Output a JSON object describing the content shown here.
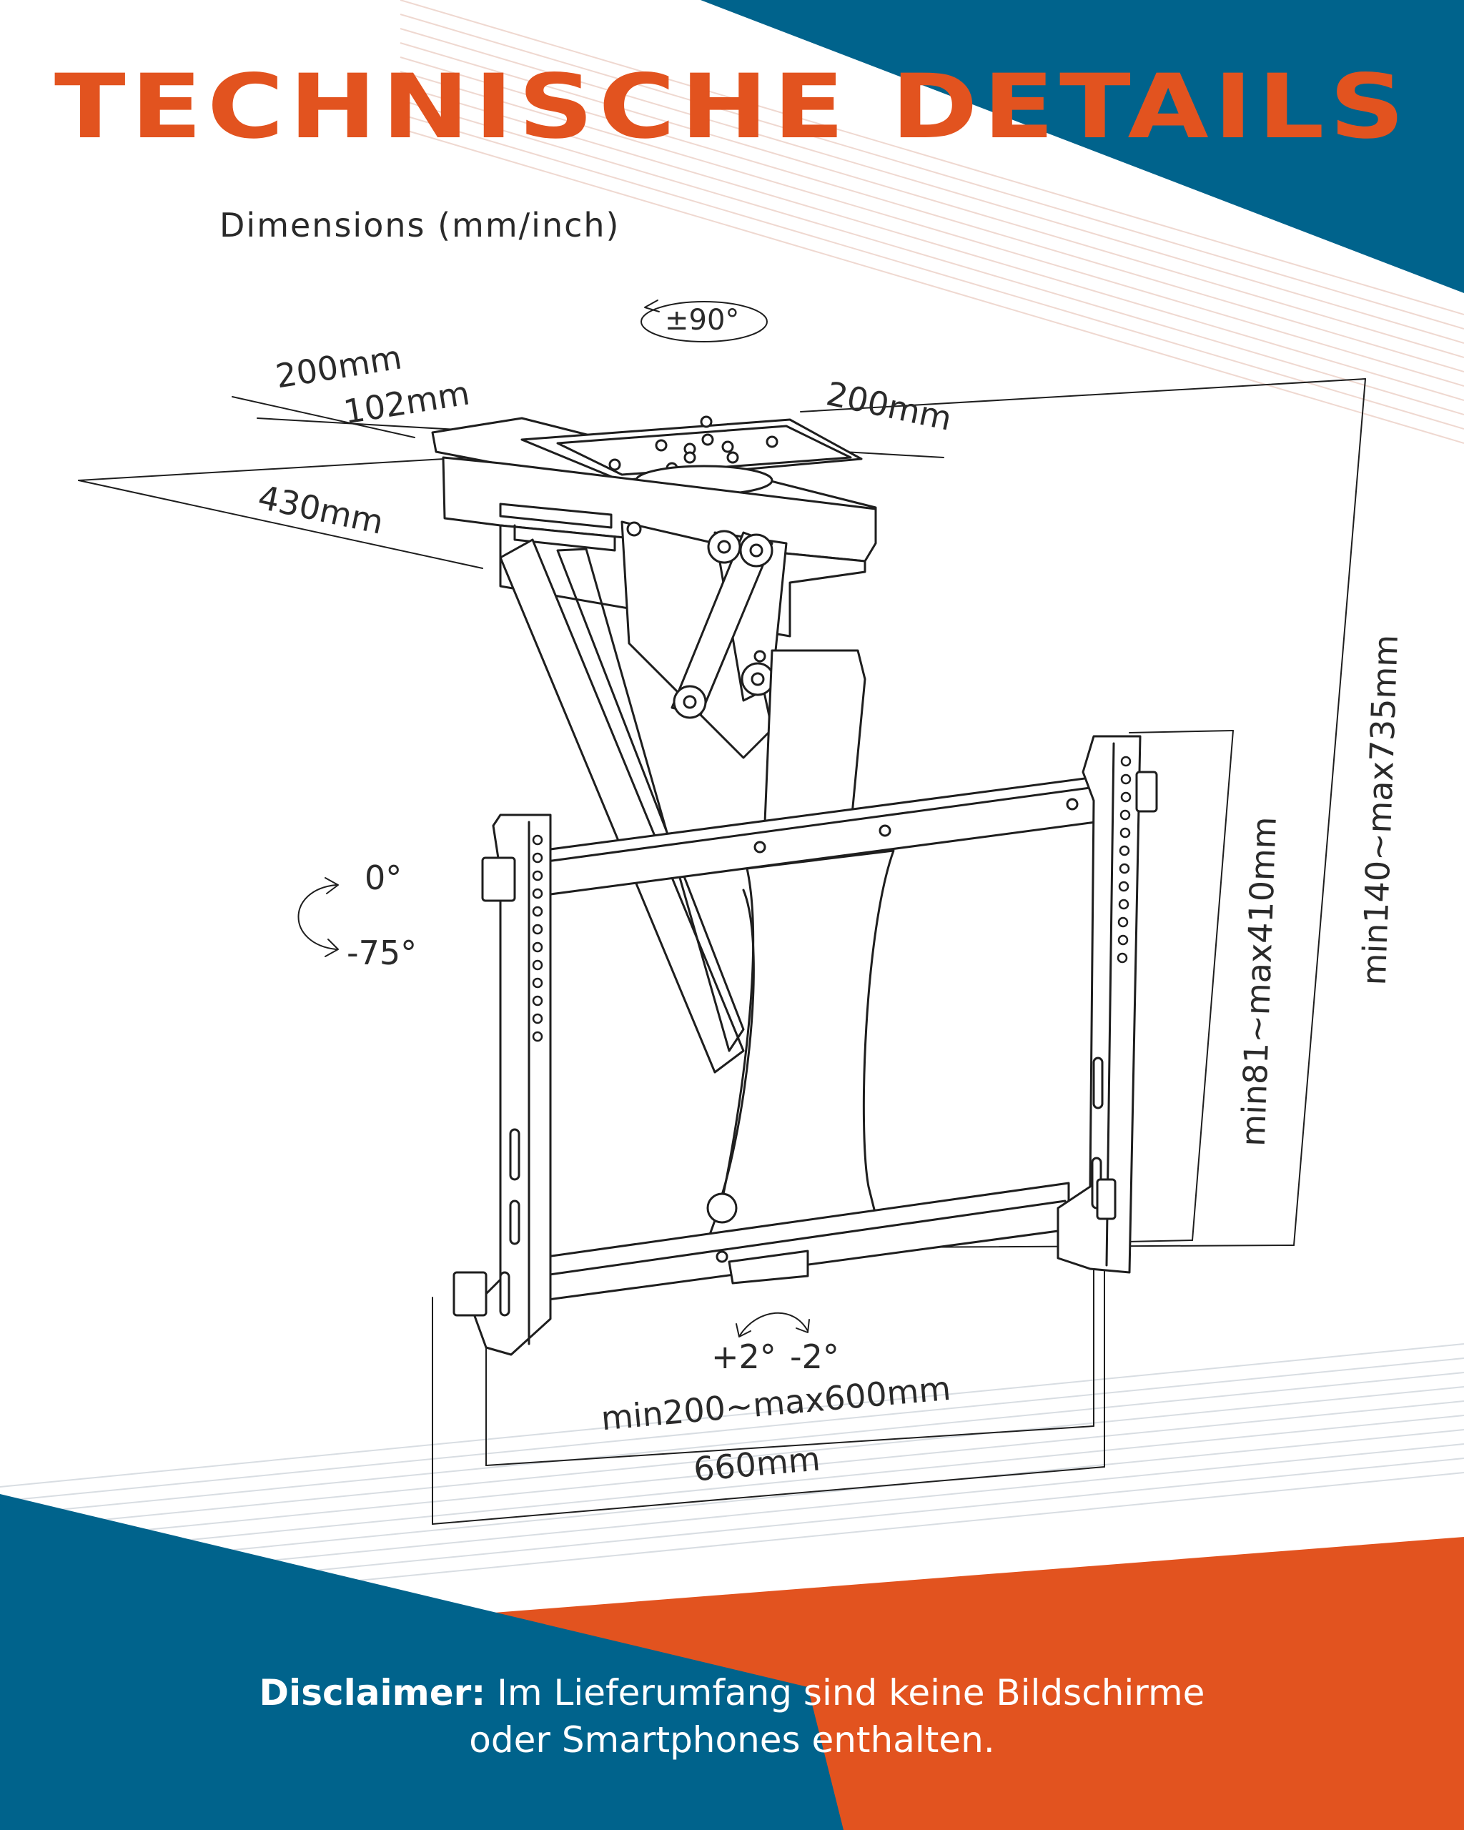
{
  "title": "TECHNISCHE DETAILS",
  "subtitle": "Dimensions (mm/inch)",
  "labels": {
    "rotate": "±90°",
    "w200a": "200mm",
    "w102": "102mm",
    "w200b": "200mm",
    "d430": "430mm",
    "tilt0": "0°",
    "tilt75": "-75°",
    "height_total": "min140~max735mm",
    "height_vesa": "min81~max410mm",
    "swivel_plus": "+2°",
    "swivel_minus": "-2°",
    "vesa_width": "min200~max600mm",
    "width_total": "660mm"
  },
  "disclaimer": {
    "bold": "Disclaimer:",
    "line1": " Im Lieferumfang sind keine Bildschirme",
    "line2": "oder Smartphones enthalten."
  },
  "colors": {
    "orange": "#e2531f",
    "blue": "#00638c",
    "line": "#1e1e1e"
  }
}
